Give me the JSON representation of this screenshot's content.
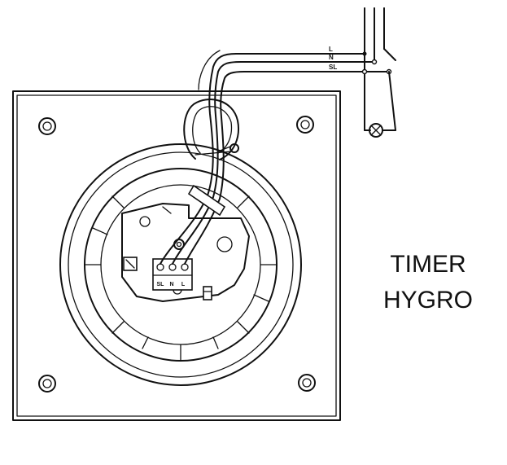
{
  "title_lines": [
    "TIMER",
    "HYGRO"
  ],
  "wire_labels": {
    "live": "L",
    "neutral": "N",
    "switched_live": "SL"
  },
  "terminal_labels": [
    "SL",
    "N",
    "L"
  ],
  "colors": {
    "line": "#111111",
    "background": "#ffffff"
  }
}
